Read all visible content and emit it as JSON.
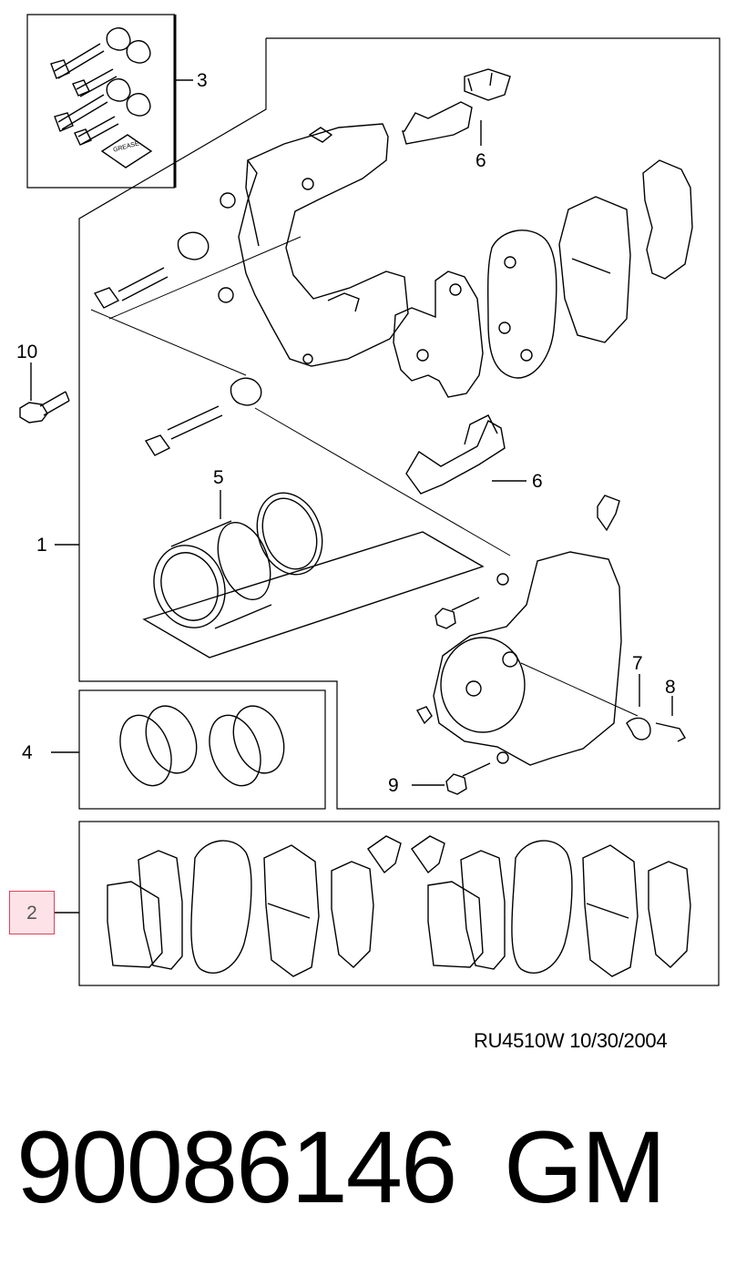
{
  "callouts": {
    "c1": "1",
    "c2": "2",
    "c3": "3",
    "c4": "4",
    "c5": "5",
    "c6a": "6",
    "c6b": "6",
    "c7": "7",
    "c8": "8",
    "c9": "9",
    "c10": "10"
  },
  "kit_label": "GREASE",
  "footer": {
    "reference": "RU4510W  10/30/2004",
    "part_number": "90086146",
    "brand": "GM"
  },
  "colors": {
    "line": "#000000",
    "highlight_border": "#e0405a",
    "highlight_fill": "#fde3e7"
  }
}
